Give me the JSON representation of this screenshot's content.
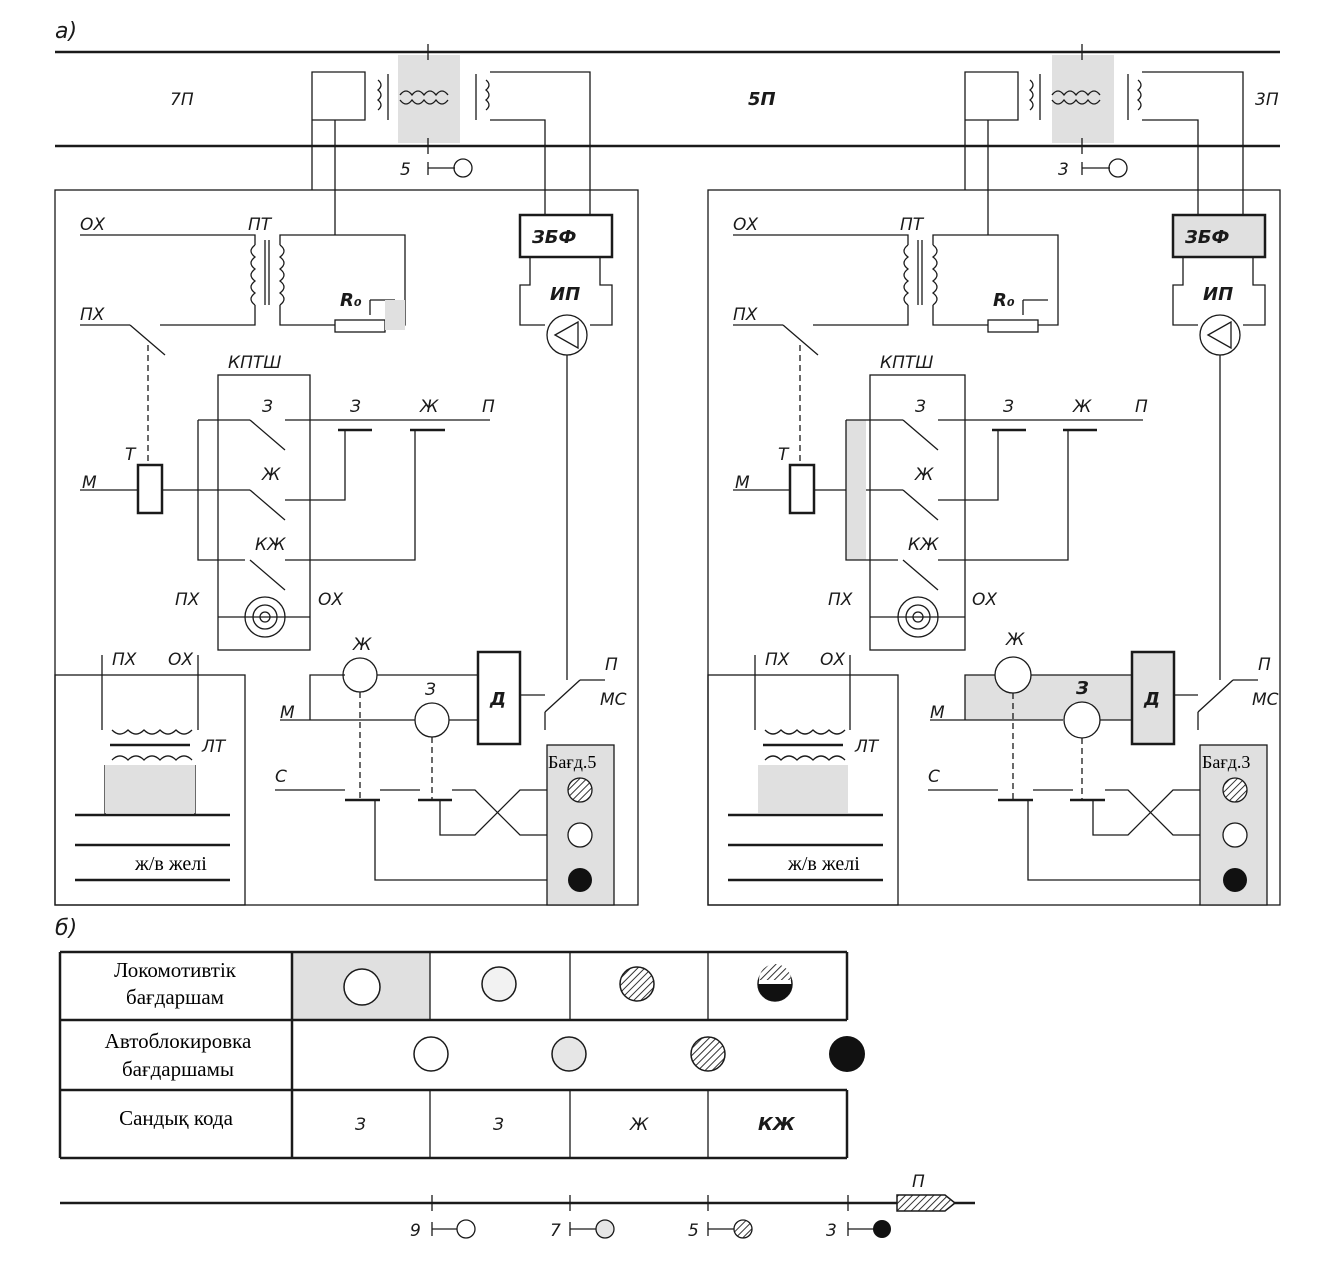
{
  "panel_labels": {
    "a": "а)",
    "b": "б)"
  },
  "track_sections": [
    "7П",
    "5П",
    "3П"
  ],
  "signals_top": [
    "5",
    "3"
  ],
  "blocks": {
    "left": {
      "ox": "ОХ",
      "px": "ПХ",
      "pt": "ПТ",
      "r0": "R₀",
      "zbf": "ЗБФ",
      "ip": "ИП",
      "kptsh": "КПТШ",
      "t": "Т",
      "m": "М",
      "contacts": [
        "З",
        "Ж",
        "КЖ"
      ],
      "code_contacts": [
        "З",
        "Ж",
        "П"
      ],
      "px2": "ПХ",
      "ox2": "ОХ",
      "relay_zh": "Ж",
      "relay_z": "З",
      "relay_d": "Д",
      "p": "П",
      "ms": "МС",
      "c": "С",
      "lt_px": "ПХ",
      "lt_ox": "ОХ",
      "lt": "ЛТ",
      "line": "ж/в желі",
      "signal": "Бағд.5"
    },
    "right": {
      "ox": "ОХ",
      "px": "ПХ",
      "pt": "ПТ",
      "r0": "R₀",
      "zbf": "ЗБФ",
      "ip": "ИП",
      "kptsh": "КПТШ",
      "t": "Т",
      "m": "М",
      "contacts": [
        "З",
        "Ж",
        "КЖ"
      ],
      "code_contacts": [
        "З",
        "Ж",
        "П"
      ],
      "px2": "ПХ",
      "ox2": "ОХ",
      "relay_zh": "Ж",
      "relay_z": "З",
      "relay_d": "Д",
      "p": "П",
      "ms": "МС",
      "c": "С",
      "lt_px": "ПХ",
      "lt_ox": "ОХ",
      "lt": "ЛТ",
      "line": "ж/в желі",
      "signal": "Бағд.3"
    }
  },
  "table": {
    "row1_label": [
      "Локомотивтік",
      "бағдаршам"
    ],
    "row2_label": [
      "Автоблокировка",
      "бағдаршамы"
    ],
    "row3_label": "Сандық кода",
    "codes": [
      "З",
      "З",
      "Ж",
      "КЖ"
    ]
  },
  "bottom_line": {
    "signals": [
      "9",
      "7",
      "5",
      "3"
    ],
    "train": "П"
  },
  "colors": {
    "ink": "#1a1a1a",
    "shade": "#e0e0e0",
    "hatched": "#999999",
    "dark": "#111111"
  }
}
